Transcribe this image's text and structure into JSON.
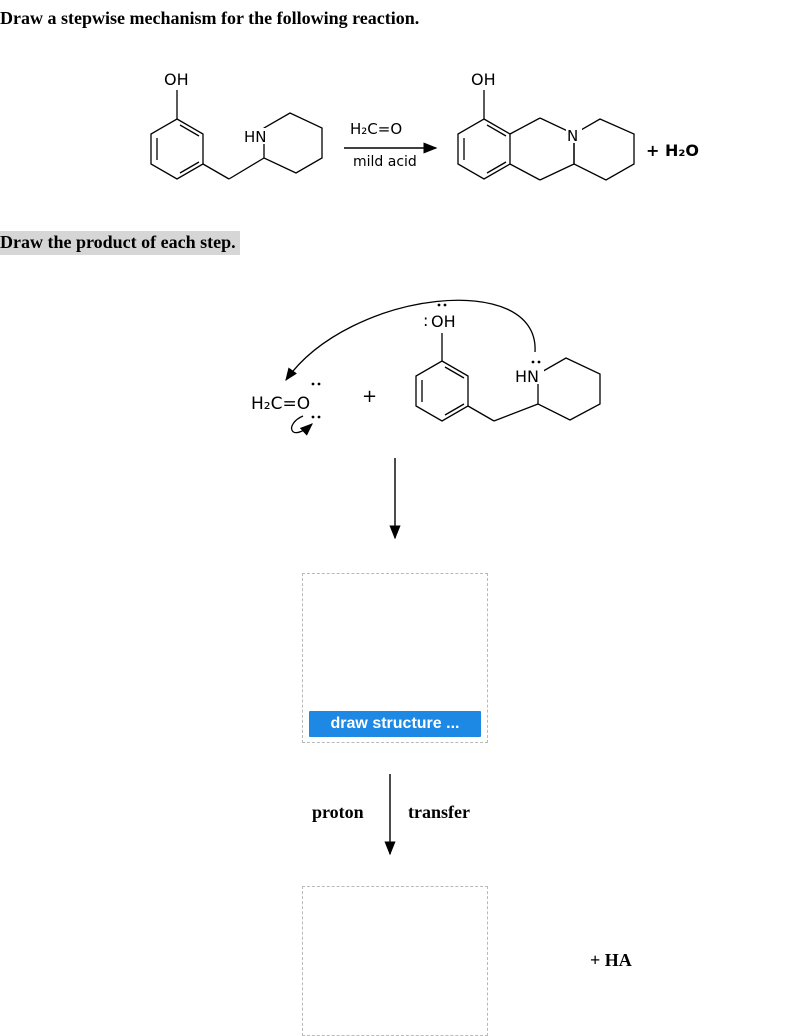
{
  "question": {
    "instruction": "Draw a stepwise mechanism for the following reaction.",
    "subinstruction": "Draw the product of each step."
  },
  "reaction": {
    "reactant": {
      "oh": "OH",
      "hn": "HN"
    },
    "reagent": {
      "top": "H₂C=O",
      "bottom": "mild acid"
    },
    "product": {
      "oh": "OH",
      "n": "N"
    },
    "byproduct": "+ H₂O"
  },
  "mechanism": {
    "formaldehyde": "H₂C=O",
    "plus": "+",
    "phenol_oh": "OH",
    "amine_hn": "HN",
    "colon": ":"
  },
  "steps": [
    {
      "button": "draw structure ...",
      "label_left": "proton",
      "label_right": "transfer"
    }
  ],
  "step2": {
    "side_product": "+ HA"
  },
  "colors": {
    "button": "#1e88e5",
    "box_border": "#b9b9b9",
    "highlight": "#d6d6d6"
  }
}
